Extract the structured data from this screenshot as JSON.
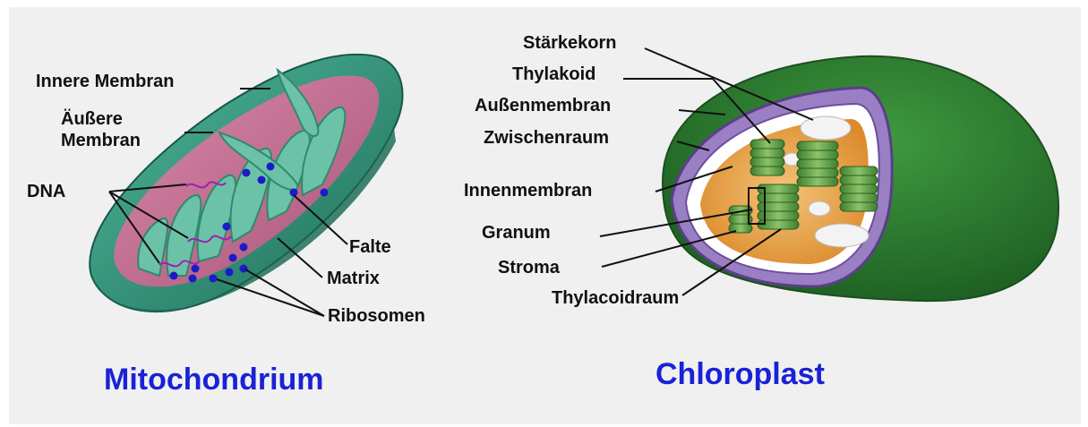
{
  "mitochondrion": {
    "caption": "Mitochondrium",
    "labels": {
      "inner_membrane": "Innere Membran",
      "outer_membrane_line1": "Äußere",
      "outer_membrane_line2": "Membran",
      "dna": "DNA",
      "crista": "Falte",
      "matrix": "Matrix",
      "ribosomes": "Ribosomen"
    }
  },
  "chloroplast": {
    "caption": "Chloroplast",
    "labels": {
      "starch_grain": "Stärkekorn",
      "thylakoid": "Thylakoid",
      "outer_membrane": "Außenmembran",
      "intermembrane_space": "Zwischenraum",
      "inner_membrane": "Innenmembran",
      "granum": "Granum",
      "stroma": "Stroma",
      "thylakoid_lumen": "Thylacoidraum"
    }
  },
  "colors": {
    "caption": "#1a22d6",
    "mito_outer": "#2a9478",
    "mito_matrix": "#c0698e",
    "ribosome": "#1b1bc8",
    "chloro_outer": "#2d7d2d",
    "chloro_stroma": "#e9a64a",
    "granum": "#4d9a3a"
  }
}
